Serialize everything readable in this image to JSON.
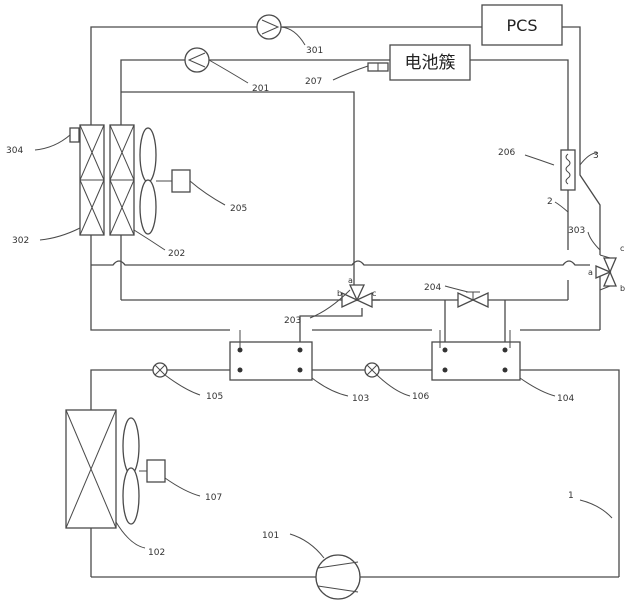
{
  "components": {
    "pcs": "PCS",
    "battery_cluster": "电池簇"
  },
  "ref_numbers": {
    "n1": "1",
    "n2": "2",
    "n3": "3",
    "n101": "101",
    "n102": "102",
    "n103": "103",
    "n104": "104",
    "n105": "105",
    "n106": "106",
    "n107": "107",
    "n201": "201",
    "n202": "202",
    "n203": "203",
    "n204": "204",
    "n205": "205",
    "n206": "206",
    "n207": "207",
    "n301": "301",
    "n302": "302",
    "n303": "303",
    "n304": "304"
  },
  "valve_ports": {
    "v203_a": "a",
    "v203_b": "b",
    "v203_c": "c",
    "v303_a": "a",
    "v303_b": "b",
    "v303_c": "c"
  }
}
